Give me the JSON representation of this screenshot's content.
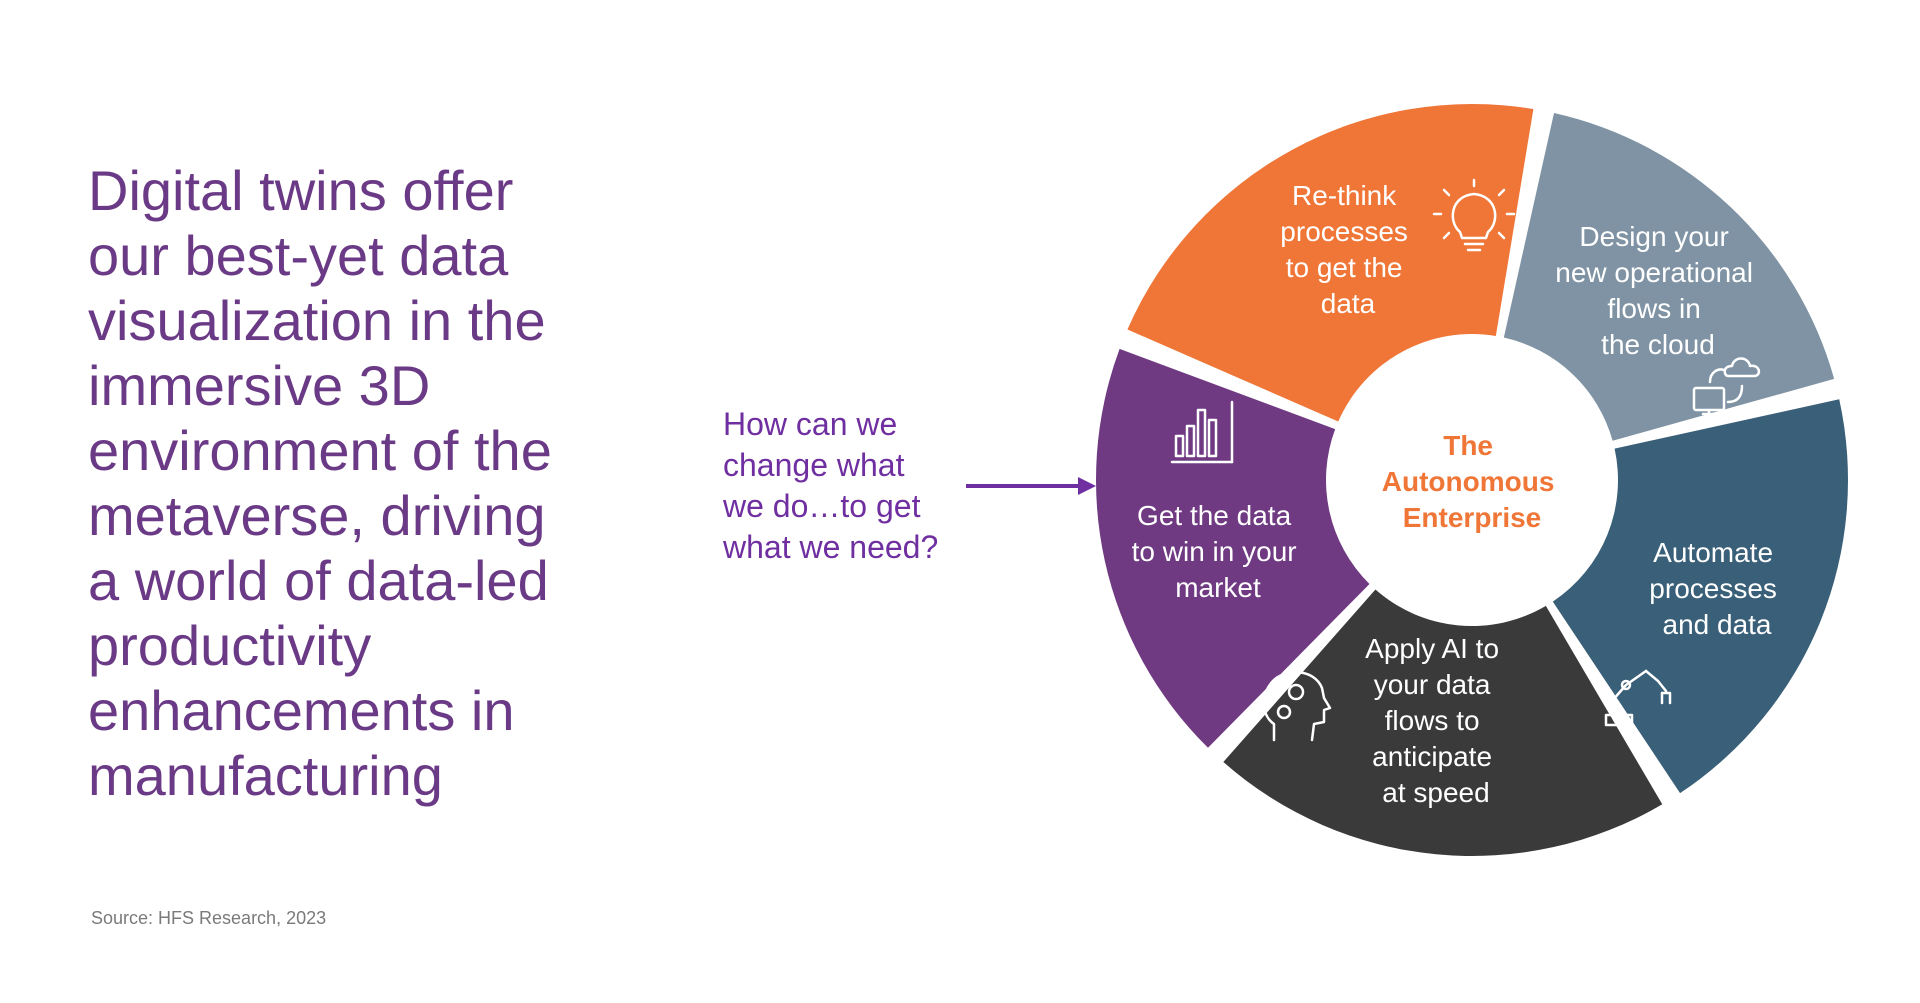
{
  "headline": "Digital twins offer\nour best-yet data\nvisualization in the\nimmersive 3D\nenvironment of the\nmetaverse, driving\na world of data-led\nproductivity\nenhancements in\nmanufacturing",
  "question": "How can we\nchange what\nwe do…to get\nwhat we need?",
  "source": "Source: HFS Research, 2023",
  "center": {
    "lines": [
      "The",
      "Autonomous",
      "Enterprise"
    ],
    "color": "#ef7637"
  },
  "segments": [
    {
      "lines": [
        "Re-think",
        "processes",
        "to get the",
        "data"
      ],
      "color": "#ef7637",
      "icon": "lightbulb-icon"
    },
    {
      "lines": [
        "Design your",
        "new operational",
        "flows in",
        "the cloud"
      ],
      "color": "#7f93a4",
      "icon": "cloud-computer-icon"
    },
    {
      "lines": [
        "Automate",
        "processes",
        "and data"
      ],
      "color": "#3a5f78",
      "icon": "robot-arm-icon"
    },
    {
      "lines": [
        "Apply AI to",
        "your data",
        "flows to",
        "anticipate",
        "at speed"
      ],
      "color": "#3a3a3a",
      "icon": "ai-head-icon"
    },
    {
      "lines": [
        "Get the data",
        "to win in your",
        "market"
      ],
      "color": "#6f3a82",
      "icon": "bar-chart-icon"
    }
  ],
  "arrow_color": "#6f2fa0"
}
